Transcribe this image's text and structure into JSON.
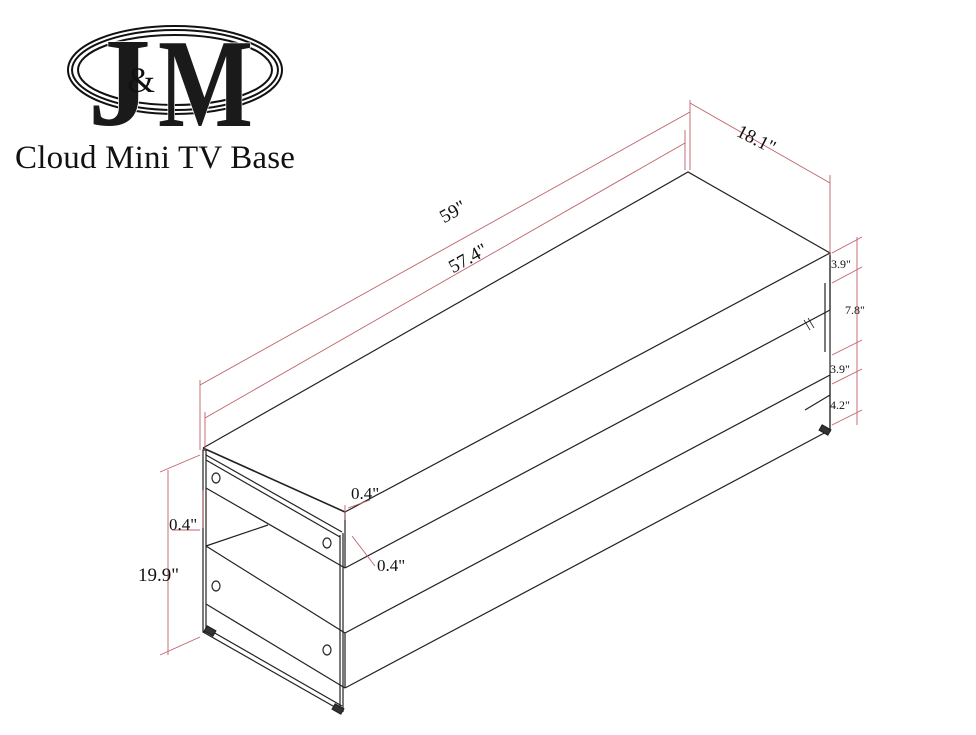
{
  "brand": {
    "logo_letters": {
      "left": "J",
      "amp": "&",
      "right": "M"
    },
    "logo_name": "J&M logo"
  },
  "product": {
    "title": "Cloud Mini TV Base"
  },
  "colors": {
    "line": "#111111",
    "dimension_line": "#c0606a",
    "background": "#ffffff"
  },
  "dimensions": {
    "overall_length": "59\"",
    "shelf_length": "57.4\"",
    "depth": "18.1\"",
    "height": "19.9\"",
    "top_shelf_thickness": "3.9\"",
    "shelf_gap": "7.8\"",
    "bottom_shelf_thickness": "3.9\"",
    "leg_clearance": "4.2\"",
    "glass_thickness_side": "0.4\"",
    "glass_thickness_top": "0.4\"",
    "glass_thickness_edge": "0.4\""
  }
}
